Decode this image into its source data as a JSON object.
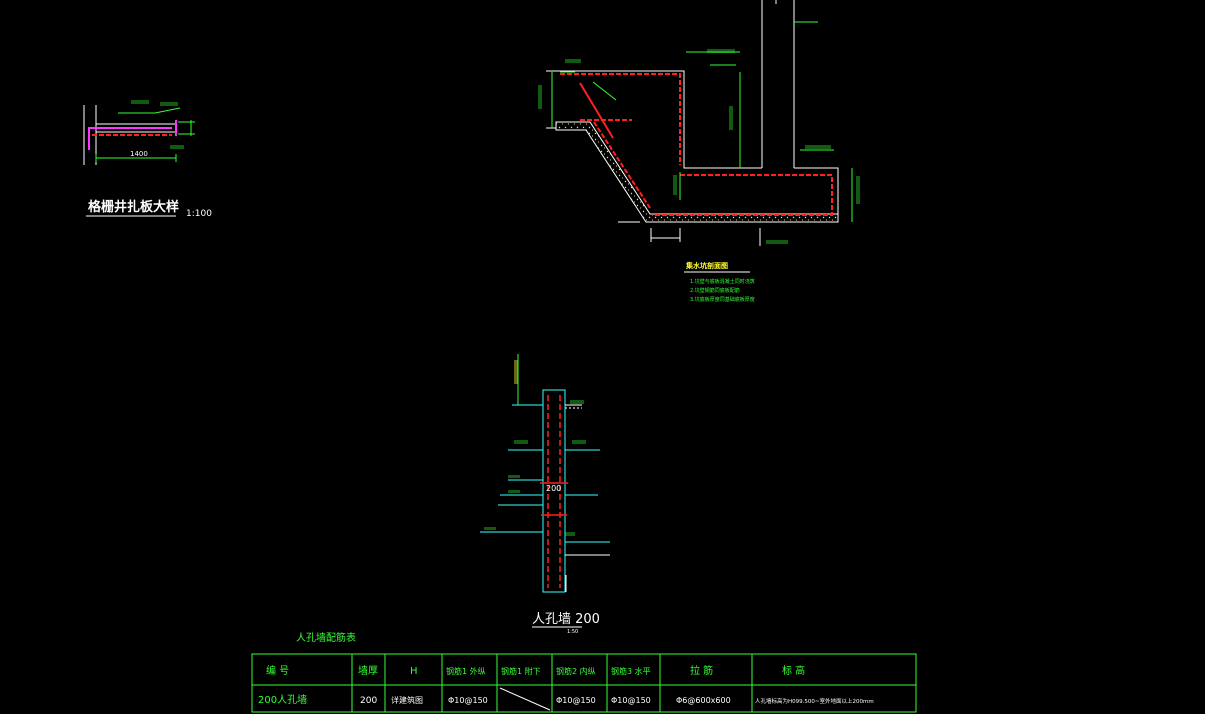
{
  "grating_detail": {
    "title": "格栅井扎板大样",
    "scale": "1:100",
    "dim_width": "1400"
  },
  "hopper_section": {
    "notes_title": "集水坑剖面图",
    "notes": [
      "1.坑壁与底板混凝土同时浇筑",
      "2.坑壁钢筋同底板配筋",
      "3.坑底板厚度同基础底板厚度"
    ]
  },
  "manhole_section": {
    "title": "人孔墙 200",
    "scale": "1:50",
    "label_thickness": "200"
  },
  "rebar_table": {
    "title": "人孔墙配筋表",
    "headers": [
      "编 号",
      "墙厚",
      "H",
      "钢筋1 外纵",
      "钢筋1 附下",
      "钢筋2 内纵",
      "钢筋3 水平",
      "拉 筋",
      "标 高"
    ],
    "rows": [
      [
        "200人孔墙",
        "200",
        "详建筑图",
        "Φ10@150",
        "",
        "Φ10@150",
        "Φ10@150",
        "Φ6@600x600",
        "人孔墙标高为H099.500~室外地面以上200mm"
      ]
    ]
  },
  "colors": {
    "background": "#000000",
    "text_primary": "#ffffff",
    "text_annotation": "#33ff33",
    "text_label": "#ffff33",
    "leader": "#33ffff",
    "rebar": "#ff2020",
    "rebar_alt": "#ff33ff"
  }
}
